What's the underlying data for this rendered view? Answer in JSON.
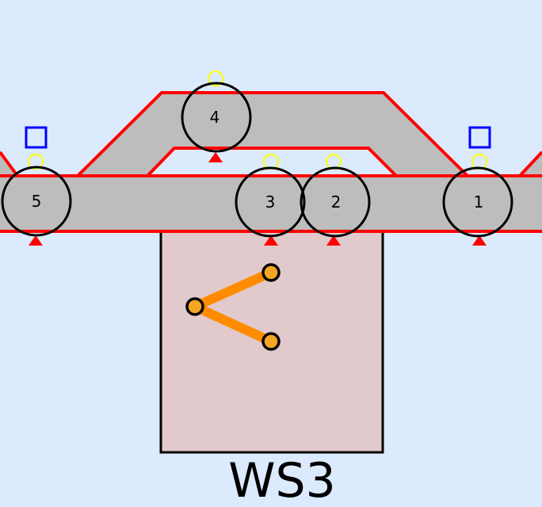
{
  "diagram": {
    "background_color": "#dbeafc",
    "track_fill_color": "#bdbdbd",
    "rail_color": "#ff0000",
    "workstation_fill_color": "#e1c9cc",
    "arm_color": "#ff8c00",
    "joint_fill_color": "#f5a623",
    "sensor_color": "#ffff00",
    "marker_color": "#0000ff",
    "workstation_label": "WS3",
    "nodes": [
      {
        "label": "1",
        "type": "station-with-marker"
      },
      {
        "label": "2",
        "type": "station"
      },
      {
        "label": "3",
        "type": "station"
      },
      {
        "label": "4",
        "type": "bypass-station"
      },
      {
        "label": "5",
        "type": "station-with-marker"
      }
    ]
  }
}
